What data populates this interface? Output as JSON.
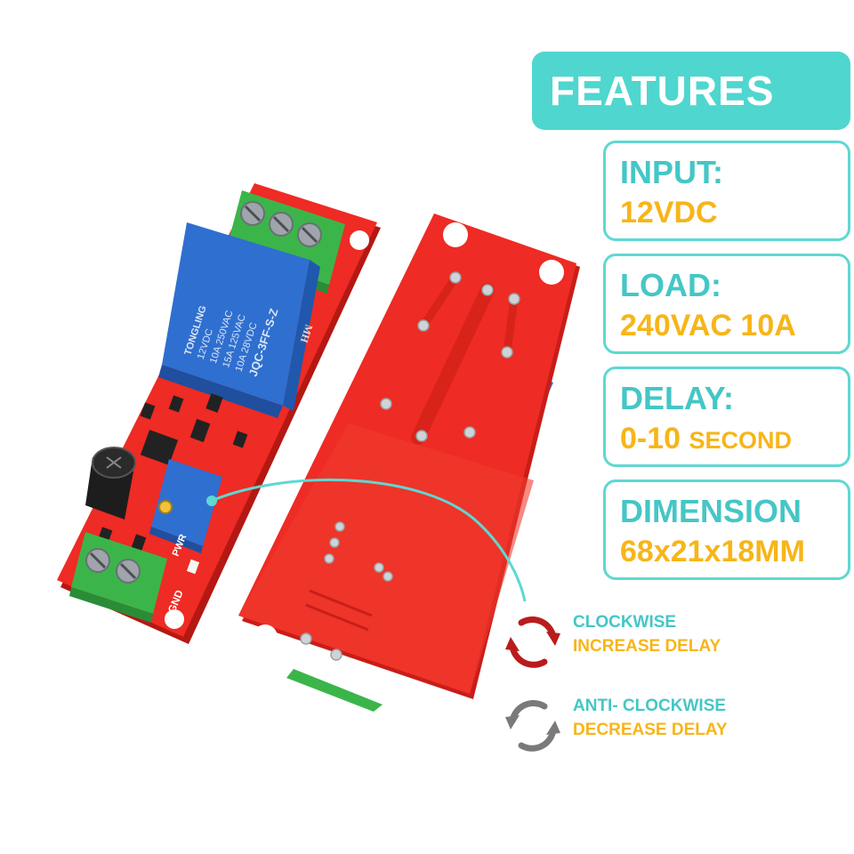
{
  "features_title": "FEATURES",
  "specs": [
    {
      "label": "INPUT:",
      "value": "12VDC",
      "unit": ""
    },
    {
      "label": "LOAD:",
      "value": "240VAC 10A",
      "unit": ""
    },
    {
      "label": "DELAY:",
      "value": "0-10",
      "unit": "SECOND"
    },
    {
      "label": "DIMENSION",
      "value": "68x21x18MM",
      "unit": ""
    }
  ],
  "legend": {
    "clockwise": {
      "title": "CLOCKWISE",
      "desc": "INCREASE DELAY"
    },
    "anticlockwise": {
      "title": "ANTI- CLOCKWISE",
      "desc": "DECREASE DELAY"
    }
  },
  "board": {
    "relay_brand": "TONGLING",
    "relay_voltage": "12VDC",
    "relay_rating_1": "10A 250VAC",
    "relay_rating_2": "15A 125VAC",
    "relay_rating_3": "10A 28VDC",
    "relay_model": "JQC-3FF-S-Z",
    "board_mark": "MH",
    "pwr_label": "PWR",
    "gnd_label": "GND"
  },
  "colors": {
    "accent": "#4fd6cf",
    "label": "#45c6c6",
    "value": "#f7b518",
    "pcb_red": "#ee2b24",
    "relay_blue": "#2f6fd0",
    "terminal_green": "#3bb54a",
    "clockwise_arrow": "#b91c1c",
    "anticlockwise_arrow": "#7a7a7a"
  }
}
